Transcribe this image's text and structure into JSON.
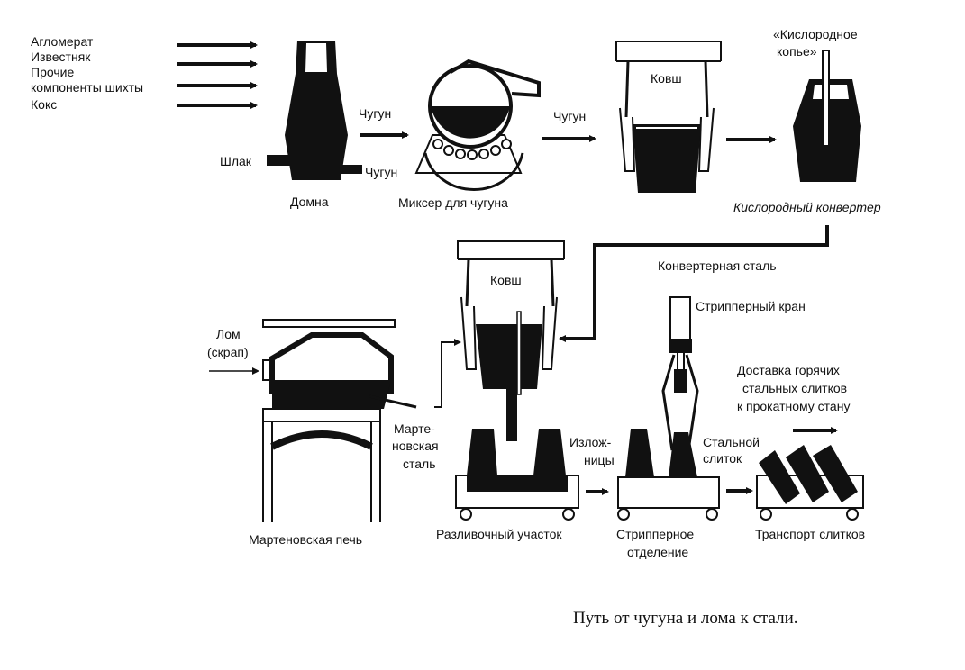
{
  "inputs": {
    "agglomerate": "Агломерат",
    "limestone": "Известняк",
    "other1": "Прочие",
    "other2": "компоненты шихты",
    "coke": "Кокс"
  },
  "labels": {
    "slag": "Шлак",
    "blast_furnace": "Домна",
    "iron_1": "Чугун",
    "iron_2": "Чугун",
    "iron_3": "Чугун",
    "mixer": "Миксер для чугуна",
    "ladle_top": "Ковш",
    "lance_1": "«Кислородное",
    "lance_2": "копье»",
    "converter": "Кислородный конвертер",
    "converter_steel": "Конвертерная  сталь",
    "ladle_bottom": "Ковш",
    "scrap_1": "Лом",
    "scrap_2": "(скрап)",
    "openhearth_steel_1": "Марте-",
    "openhearth_steel_2": "новская",
    "openhearth_steel_3": "сталь",
    "openhearth_furnace": "Мартеновская печь",
    "casting": "Разливочный участок",
    "molds_1": "Излож-",
    "molds_2": "ницы",
    "stripper_crane": "Стрипперный кран",
    "stripper_dept_1": "Стрипперное",
    "stripper_dept_2": "отделение",
    "ingot_1": "Стальной",
    "ingot_2": "слиток",
    "delivery_1": "Доставка горячих",
    "delivery_2": "стальных слитков",
    "delivery_3": "к прокатному стану",
    "transport": "Транспорт слитков"
  },
  "caption": "Путь  от  чугуна  и  лома  к  стали."
}
